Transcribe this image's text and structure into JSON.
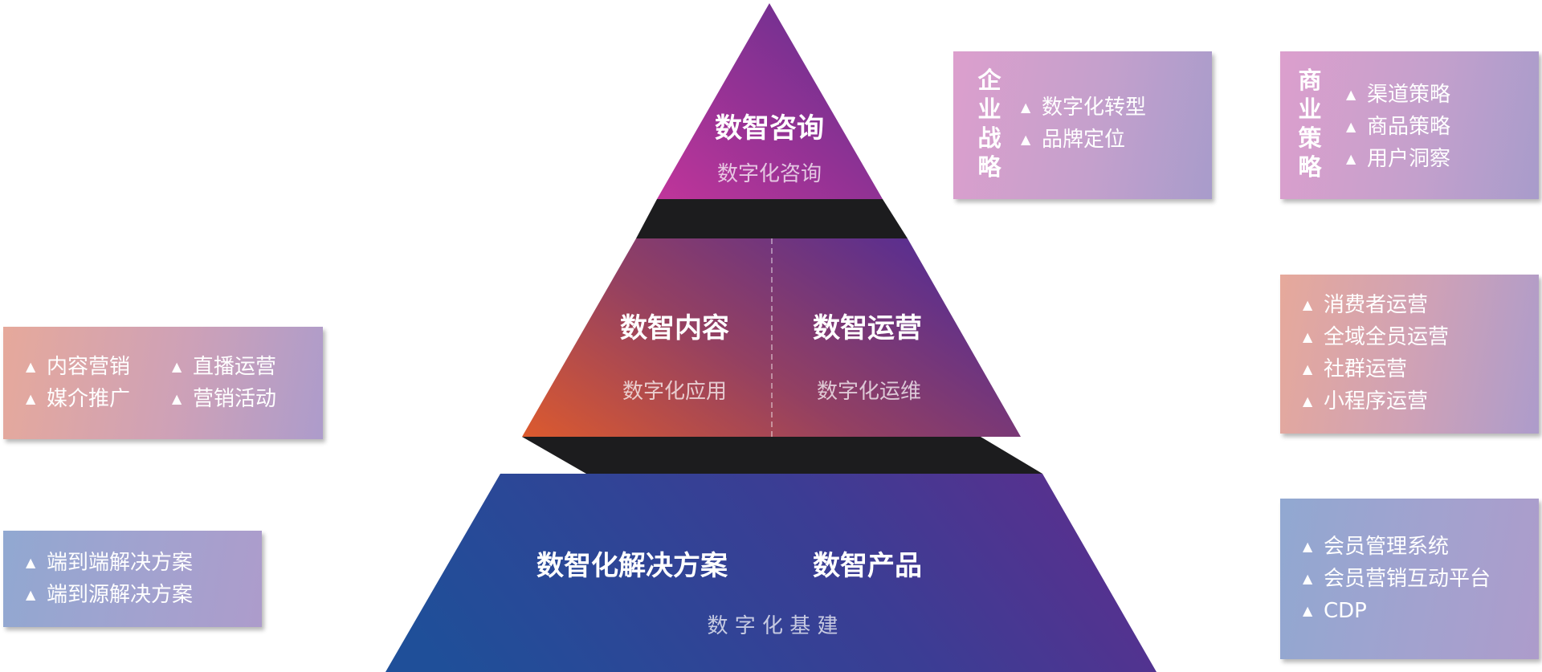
{
  "pyramid": {
    "top": {
      "title": "数智咨询",
      "subtitle": "数字化咨询"
    },
    "middle": {
      "left_title": "数智内容",
      "left_subtitle": "数字化应用",
      "right_title": "数智运营",
      "right_subtitle": "数字化运维"
    },
    "bottom": {
      "left_title": "数智化解决方案",
      "right_title": "数智产品",
      "subtitle": "数 字 化 基 建"
    }
  },
  "cards": {
    "enterprise_strategy": {
      "title": "企业战略",
      "items": [
        "数字化转型",
        "品牌定位"
      ]
    },
    "business_strategy": {
      "title": "商业策略",
      "items": [
        "渠道策略",
        "商品策略",
        "用户洞察"
      ]
    },
    "content": {
      "items": [
        "内容营销",
        "直播运营",
        "媒介推广",
        "营销活动"
      ]
    },
    "operations": {
      "items": [
        "消费者运营",
        "全域全员运营",
        "社群运营",
        "小程序运营"
      ]
    },
    "solutions": {
      "items": [
        "端到端解决方案",
        "端到源解决方案"
      ]
    },
    "products": {
      "items": [
        "会员管理系统",
        "会员营销互动平台",
        "CDP"
      ]
    }
  },
  "bullet_symbol": "▲"
}
